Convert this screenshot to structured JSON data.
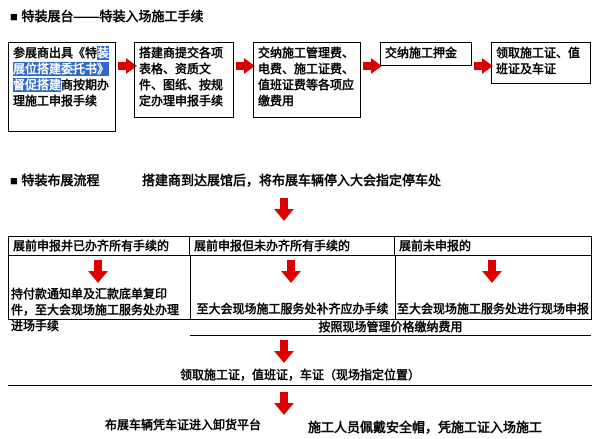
{
  "colors": {
    "arrow": "#dd0000",
    "highlight_bg": "#316ac5",
    "highlight_text": "#ffffff",
    "border": "#000000",
    "text": "#000000"
  },
  "procedures": {
    "title": "■ 特装展台——特装入场施工手续",
    "step1": {
      "pre": "参展商出具《特",
      "highlighted": "装展位搭建委托书》督促搭建",
      "post": "商按期办理施工申报手续"
    },
    "step2": "搭建商提交各项表格、资质文件、图纸、按规定办理申报手续",
    "step3": "交纳施工管理费、电费、施工证费、值班证费等各项应缴费用",
    "step4": "交纳施工押金",
    "step5": "领取施工证、值班证及车证"
  },
  "process": {
    "title": "■ 特装布展流程",
    "intro": "搭建商到达展馆后，将布展车辆停入大会指定停车处",
    "col1": {
      "header": "展前申报并已办齐所有手续的",
      "body": "持付款通知单及汇款底单复印件，至大会现场施工服务处办理进场手续"
    },
    "col2": {
      "header": "展前申报但未办齐所有手续的",
      "body": "至大会现场施工服务处补齐应办手续"
    },
    "col3": {
      "header": "展前未申报的",
      "body": "至大会现场施工服务处进行现场申报"
    },
    "fee_note": "按照现场管理价格缴纳费用",
    "pickup": "领取施工证，值班证，车证（现场指定位置）",
    "vehicle_note": "布展车辆凭车证进入卸货平台",
    "worker_note": "施工人员佩戴安全帽，凭施工证入场施工"
  }
}
